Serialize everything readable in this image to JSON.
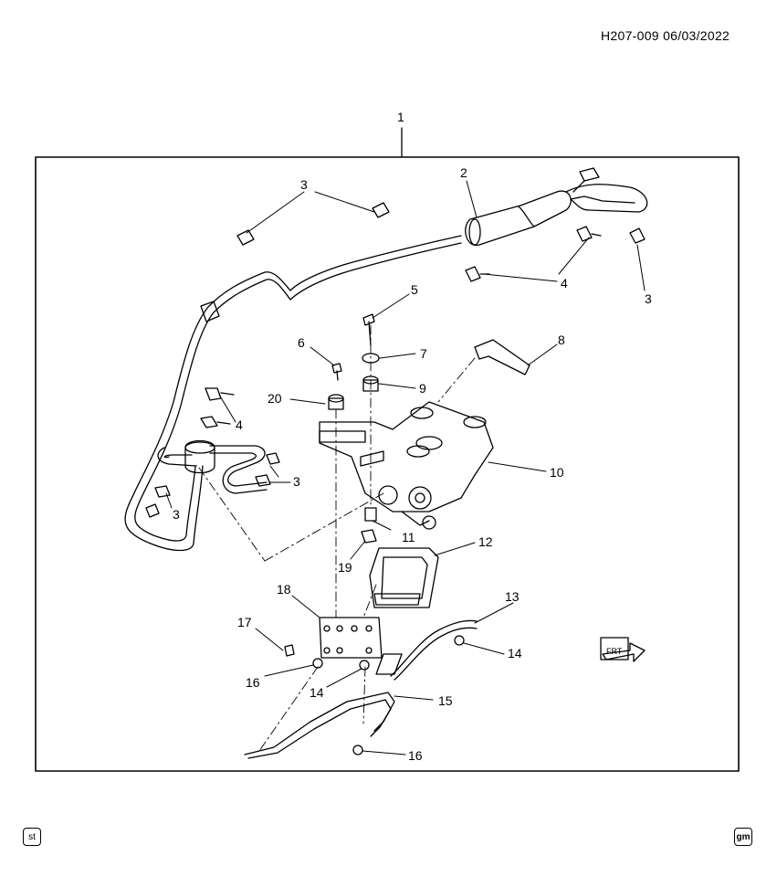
{
  "header": {
    "reference": "H207-009  06/03/2022"
  },
  "callouts": {
    "c1": "1",
    "c2": "2",
    "c3a": "3",
    "c3b": "3",
    "c3c": "3",
    "c3d": "3",
    "c4a": "4",
    "c4b": "4",
    "c5": "5",
    "c6": "6",
    "c7": "7",
    "c8": "8",
    "c9": "9",
    "c10": "10",
    "c11": "11",
    "c12": "12",
    "c13": "13",
    "c14a": "14",
    "c14b": "14",
    "c15": "15",
    "c16a": "16",
    "c16b": "16",
    "c17": "17",
    "c18": "18",
    "c19": "19",
    "c20": "20"
  },
  "frt_label": "FRT",
  "footer": {
    "left_badge": "st",
    "right_badge": "gm"
  }
}
